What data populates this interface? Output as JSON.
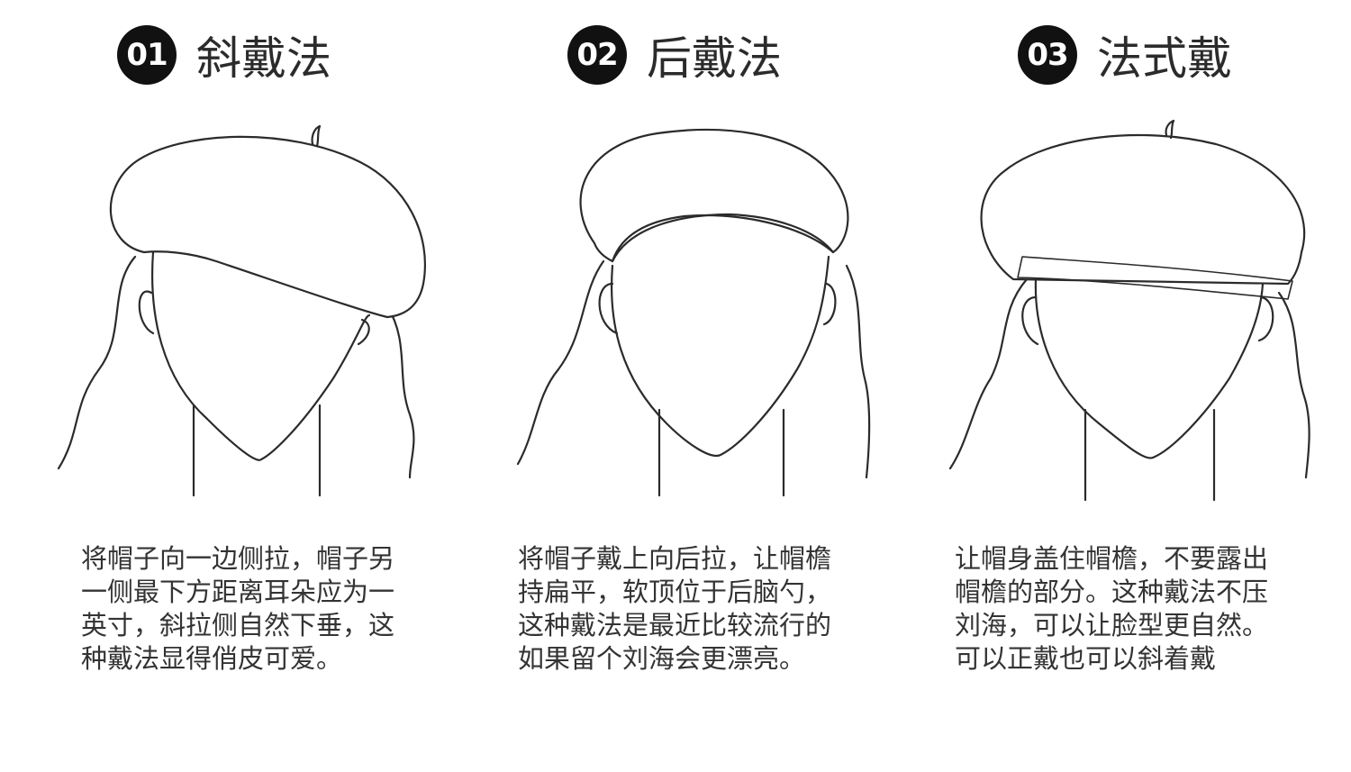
{
  "methods": [
    {
      "number": "01",
      "title": "斜戴法",
      "lines": [
        "将帽子向一边侧拉，帽子另",
        "一侧最下方距离耳朵应为一",
        "英寸，斜拉侧自然下垂，这",
        "种戴法显得俏皮可爱。"
      ]
    },
    {
      "number": "02",
      "title": "后戴法",
      "lines": [
        "将帽子戴上向后拉，让帽檐",
        "持扁平，软顶位于后脑勺，",
        "这种戴法是最近比较流行的",
        "如果留个刘海会更漂亮。"
      ]
    },
    {
      "number": "03",
      "title": "法式戴",
      "lines": [
        "让帽身盖住帽檐，不要露出",
        "帽檐的部分。这种戴法不压",
        "刘海，可以让脸型更自然。",
        "可以正戴也可以斜着戴"
      ]
    }
  ]
}
